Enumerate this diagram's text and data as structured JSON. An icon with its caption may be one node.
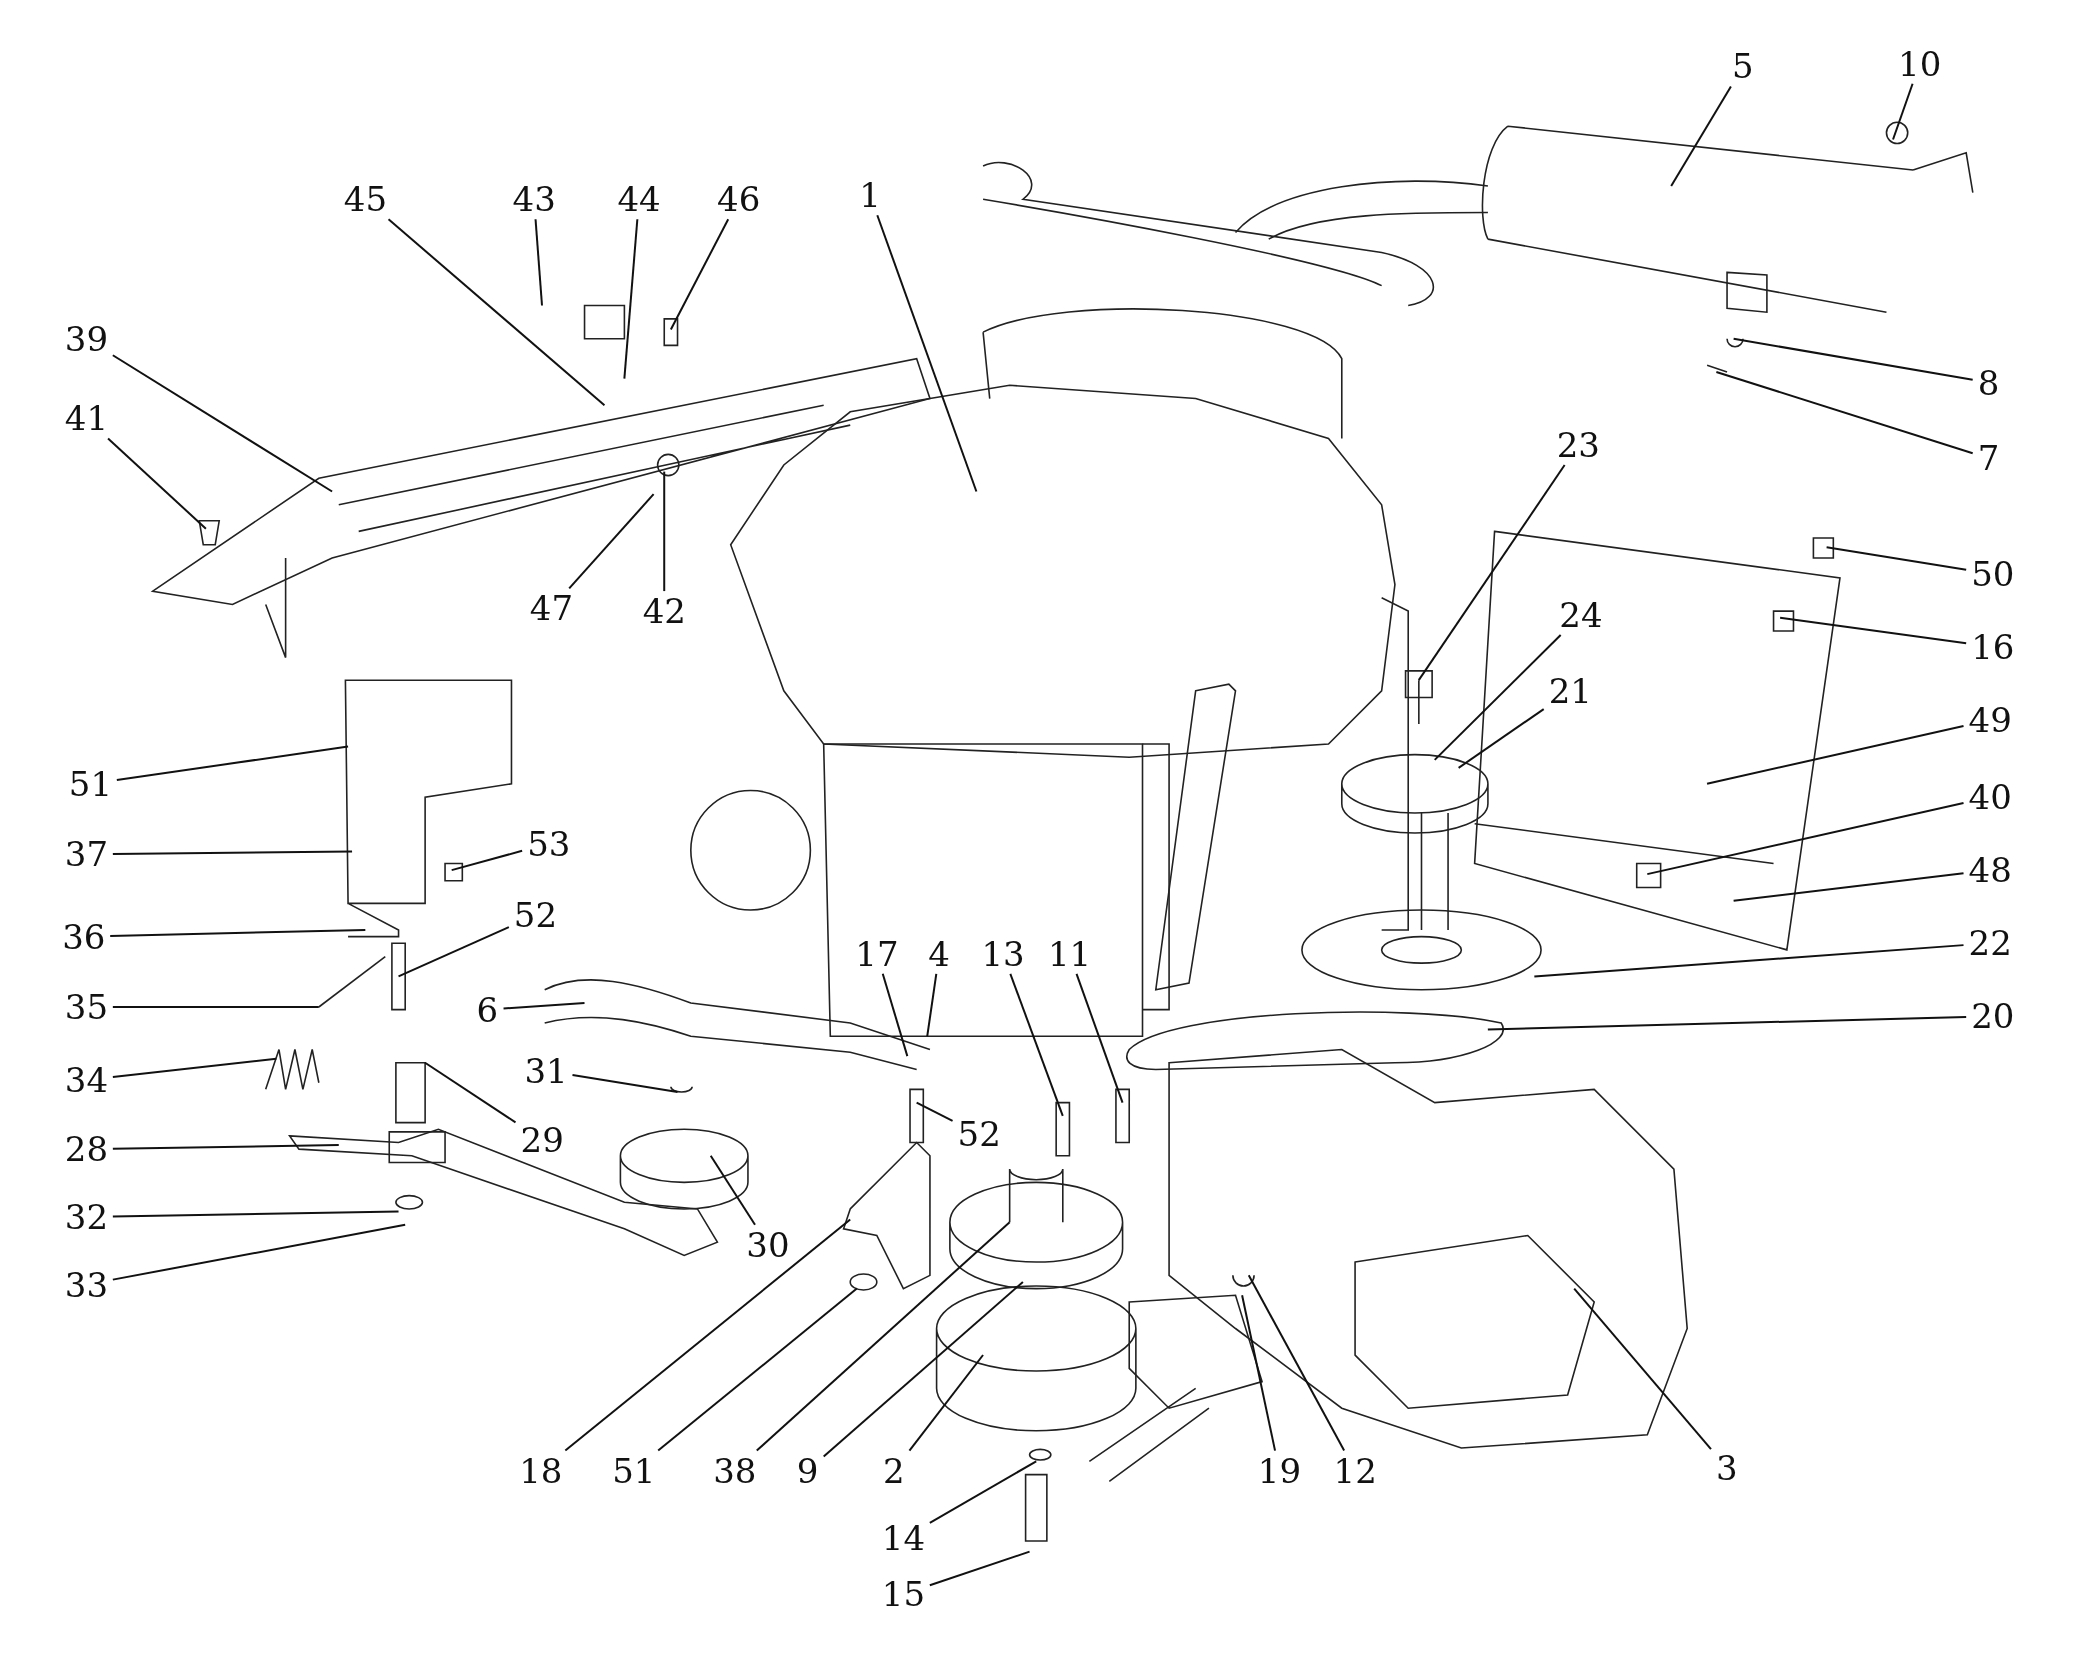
{
  "diagram": {
    "nodes": [
      {
        "text": [
          "45"
        ]
      },
      {
        "text": [
          "43"
        ]
      },
      {
        "text": [
          "44"
        ]
      },
      {
        "text": [
          "46"
        ]
      },
      {
        "text": [
          "1"
        ]
      },
      {
        "text": [
          "5"
        ]
      },
      {
        "text": [
          "10"
        ]
      },
      {
        "text": [
          "39"
        ]
      },
      {
        "text": [
          "41"
        ]
      },
      {
        "text": [
          "8"
        ]
      },
      {
        "text": [
          "7"
        ]
      },
      {
        "text": [
          "23"
        ]
      },
      {
        "text": [
          "47"
        ]
      },
      {
        "text": [
          "42"
        ]
      },
      {
        "text": [
          "50"
        ]
      },
      {
        "text": [
          "24"
        ]
      },
      {
        "text": [
          "16"
        ]
      },
      {
        "text": [
          "21"
        ]
      },
      {
        "text": [
          "49"
        ]
      },
      {
        "text": [
          "51"
        ]
      },
      {
        "text": [
          "40"
        ]
      },
      {
        "text": [
          "53"
        ]
      },
      {
        "text": [
          "37"
        ]
      },
      {
        "text": [
          "48"
        ]
      },
      {
        "text": [
          "52"
        ]
      },
      {
        "text": [
          "36"
        ]
      },
      {
        "text": [
          "17"
        ]
      },
      {
        "text": [
          "4"
        ]
      },
      {
        "text": [
          "13"
        ]
      },
      {
        "text": [
          "11"
        ]
      },
      {
        "text": [
          "22"
        ]
      },
      {
        "text": [
          "6"
        ]
      },
      {
        "text": [
          "35"
        ]
      },
      {
        "text": [
          "20"
        ]
      },
      {
        "text": [
          "31"
        ]
      },
      {
        "text": [
          "34"
        ]
      },
      {
        "text": [
          "52"
        ]
      },
      {
        "text": [
          "29"
        ]
      },
      {
        "text": [
          "28"
        ]
      },
      {
        "text": [
          "30"
        ]
      },
      {
        "text": [
          "32"
        ]
      },
      {
        "text": [
          "33"
        ]
      },
      {
        "text": [
          "18"
        ]
      },
      {
        "text": [
          "51"
        ]
      },
      {
        "text": [
          "38"
        ]
      },
      {
        "text": [
          "9"
        ]
      },
      {
        "text": [
          "2"
        ]
      },
      {
        "text": [
          "19"
        ]
      },
      {
        "text": [
          "12"
        ]
      },
      {
        "text": [
          "3"
        ]
      },
      {
        "text": [
          "14"
        ]
      },
      {
        "text": [
          "15"
        ]
      }
    ],
    "edges": [
      {
        "from": 0,
        "to": null,
        "arrow": "none"
      },
      {
        "from": 1,
        "to": null,
        "arrow": "none"
      },
      {
        "from": 2,
        "to": null,
        "arrow": "none"
      },
      {
        "from": 3,
        "to": null,
        "arrow": "none"
      },
      {
        "from": 4,
        "to": null,
        "arrow": "none"
      },
      {
        "from": 5,
        "to": null,
        "arrow": "none"
      },
      {
        "from": 6,
        "to": null,
        "arrow": "none"
      },
      {
        "from": 7,
        "to": null,
        "arrow": "none"
      },
      {
        "from": 8,
        "to": null,
        "arrow": "none"
      },
      {
        "from": 9,
        "to": null,
        "arrow": "none"
      },
      {
        "from": 10,
        "to": null,
        "arrow": "none"
      },
      {
        "from": 11,
        "to": null,
        "arrow": "none"
      },
      {
        "from": 12,
        "to": null,
        "arrow": "none"
      },
      {
        "from": 13,
        "to": null,
        "arrow": "none"
      },
      {
        "from": 14,
        "to": null,
        "arrow": "none"
      },
      {
        "from": 15,
        "to": null,
        "arrow": "none"
      },
      {
        "from": 16,
        "to": null,
        "arrow": "none"
      },
      {
        "from": 17,
        "to": null,
        "arrow": "none"
      },
      {
        "from": 18,
        "to": null,
        "arrow": "none"
      },
      {
        "from": 19,
        "to": null,
        "arrow": "none"
      },
      {
        "from": 20,
        "to": null,
        "arrow": "none"
      },
      {
        "from": 21,
        "to": null,
        "arrow": "none"
      },
      {
        "from": 22,
        "to": null,
        "arrow": "none"
      },
      {
        "from": 23,
        "to": null,
        "arrow": "none"
      },
      {
        "from": 24,
        "to": null,
        "arrow": "none"
      },
      {
        "from": 25,
        "to": null,
        "arrow": "none"
      },
      {
        "from": 26,
        "to": null,
        "arrow": "none"
      },
      {
        "from": 27,
        "to": null,
        "arrow": "none"
      },
      {
        "from": 28,
        "to": null,
        "arrow": "none"
      },
      {
        "from": 29,
        "to": null,
        "arrow": "none"
      },
      {
        "from": 30,
        "to": null,
        "arrow": "none"
      },
      {
        "from": 31,
        "to": null,
        "arrow": "none"
      },
      {
        "from": 32,
        "to": null,
        "arrow": "none"
      },
      {
        "from": 33,
        "to": null,
        "arrow": "none"
      },
      {
        "from": 34,
        "to": null,
        "arrow": "none"
      },
      {
        "from": 35,
        "to": null,
        "arrow": "none"
      },
      {
        "from": 36,
        "to": null,
        "arrow": "none"
      },
      {
        "from": 37,
        "to": null,
        "arrow": "none"
      },
      {
        "from": 38,
        "to": null,
        "arrow": "none"
      },
      {
        "from": 39,
        "to": null,
        "arrow": "none"
      },
      {
        "from": 40,
        "to": null,
        "arrow": "none"
      },
      {
        "from": 41,
        "to": null,
        "arrow": "none"
      },
      {
        "from": 42,
        "to": null,
        "arrow": "none"
      },
      {
        "from": 43,
        "to": null,
        "arrow": "none"
      },
      {
        "from": 44,
        "to": null,
        "arrow": "none"
      },
      {
        "from": 45,
        "to": null,
        "arrow": "none"
      },
      {
        "from": 46,
        "to": null,
        "arrow": "none"
      },
      {
        "from": 47,
        "to": null,
        "arrow": "none"
      },
      {
        "from": 48,
        "to": null,
        "arrow": "none"
      },
      {
        "from": 49,
        "to": null,
        "arrow": "none"
      },
      {
        "from": 50,
        "to": null,
        "arrow": "none"
      },
      {
        "from": 51,
        "to": null,
        "arrow": "none"
      }
    ]
  }
}
